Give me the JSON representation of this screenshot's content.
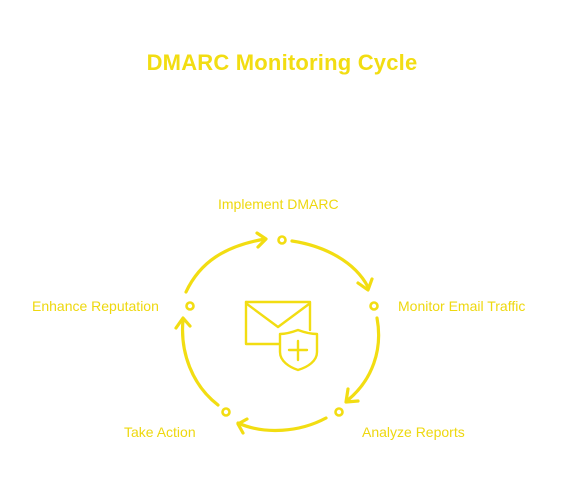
{
  "title": "DMARC Monitoring Cycle",
  "steps": [
    {
      "label": "Implement DMARC"
    },
    {
      "label": "Monitor Email Traffic"
    },
    {
      "label": "Analyze Reports"
    },
    {
      "label": "Take Action"
    },
    {
      "label": "Enhance Reputation"
    }
  ],
  "center_icon": "email-shield-icon",
  "colors": {
    "accent": "#f2dd12"
  }
}
